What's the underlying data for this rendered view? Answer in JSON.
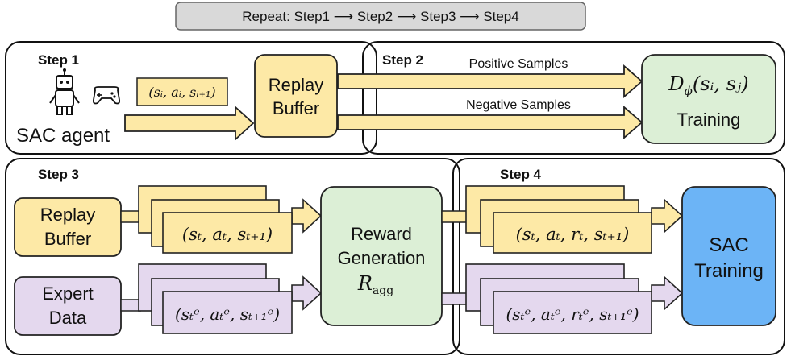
{
  "banner": "Repeat: Step1 ⟶ Step2 ⟶ Step3 ⟶ Step4",
  "steps": {
    "s1": "Step 1",
    "s2": "Step 2",
    "s3": "Step 3",
    "s4": "Step 4"
  },
  "step1": {
    "agent_label": "SAC agent",
    "tuple": "(sᵢ, aᵢ, sᵢ₊₁)"
  },
  "replay": {
    "line1": "Replay",
    "line2": "Buffer"
  },
  "step2": {
    "positive": "Positive Samples",
    "negative": "Negative Samples",
    "disc": "D",
    "disc_sub": "ϕ",
    "disc_args": "(sᵢ, sⱼ)",
    "training": "Training"
  },
  "step3": {
    "replay_line1": "Replay",
    "replay_line2": "Buffer",
    "expert_line1": "Expert",
    "expert_line2": "Data",
    "tuple_top": "(sₜ, aₜ, sₜ₊₁)",
    "tuple_bottom": "(sₜᵉ, aₜᵉ, sₜ₊₁ᵉ)",
    "reward_line1": "Reward",
    "reward_line2": "Generation",
    "reward_sym": "R",
    "reward_sub": "agg"
  },
  "step4": {
    "tuple_top": "(sₜ, aₜ, rₜ, sₜ₊₁)",
    "tuple_bottom": "(sₜᵉ, aₜᵉ, rₜᵉ, sₜ₊₁ᵉ)",
    "sac_line1": "SAC",
    "sac_line2": "Training"
  },
  "colors": {
    "yellow": "#fde9a6",
    "yellow_stroke": "#222222",
    "purple": "#e4d8ee",
    "green": "#dcefd6",
    "blue": "#6cb4f6",
    "banner_fill": "#d9d9d9"
  }
}
